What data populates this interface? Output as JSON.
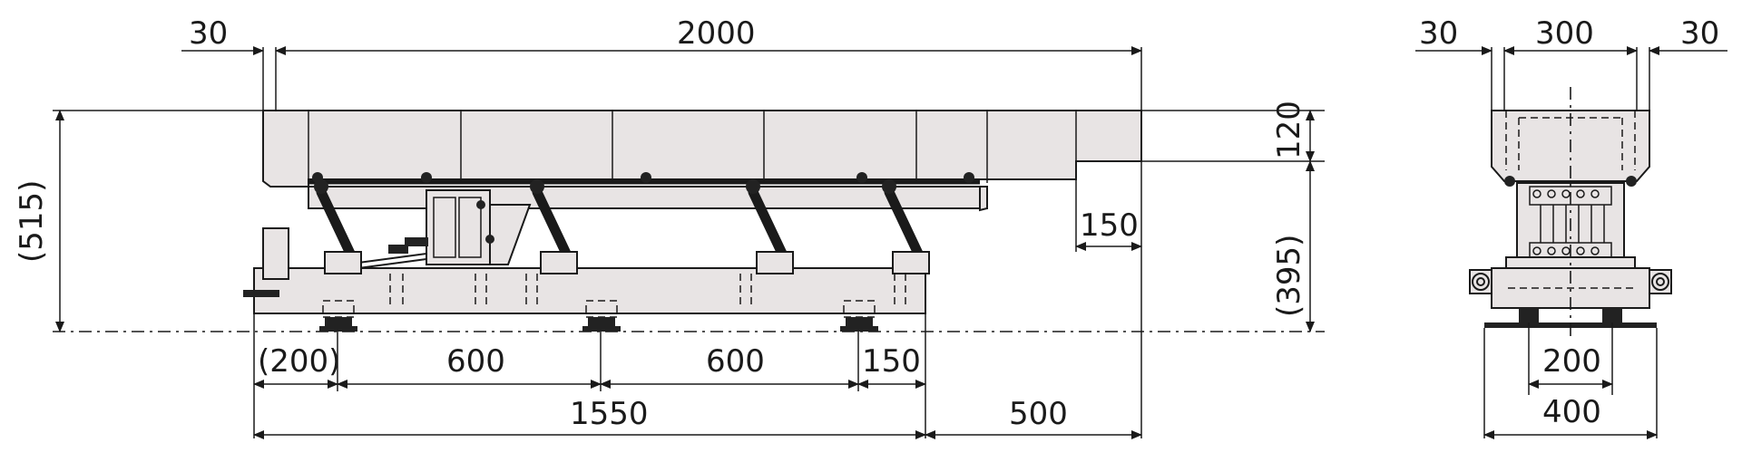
{
  "side_view": {
    "dim_30_top": "30",
    "dim_2000": "2000",
    "dim_515": "(515)",
    "dim_120": "120",
    "dim_395": "(395)",
    "dim_150_right": "150",
    "dim_200_paren": "(200)",
    "dim_600_a": "600",
    "dim_600_b": "600",
    "dim_150_bottom": "150",
    "dim_1550": "1550",
    "dim_500": "500"
  },
  "end_view": {
    "dim_30_left": "30",
    "dim_300": "300",
    "dim_30_right": "30",
    "dim_200": "200",
    "dim_400": "400"
  },
  "colors": {
    "body_fill": "#e8e4e4",
    "line": "#1a1a1a"
  }
}
